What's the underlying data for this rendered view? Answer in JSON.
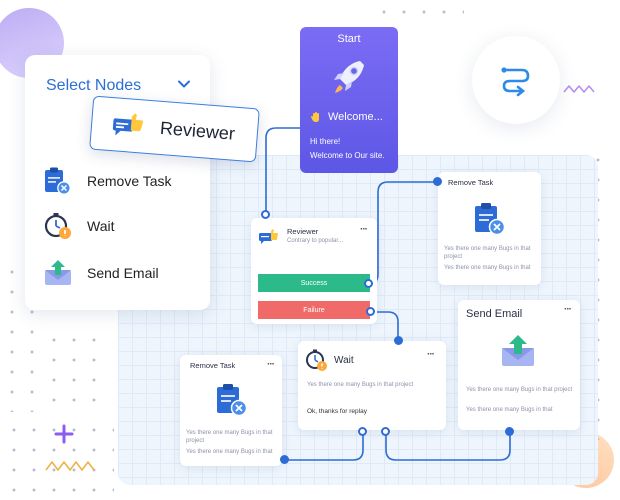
{
  "colors": {
    "accent": "#2d6bd6",
    "success": "#2dba8b",
    "failure": "#f06a6a",
    "start_gradient_top": "#7b6cf4",
    "start_gradient_bottom": "#5d57e6",
    "canvas_bg": "#eef5fd"
  },
  "select_panel": {
    "title": "Select Nodes",
    "chevron_icon": "chevron-down-icon",
    "items": [
      {
        "label": "Remove Task",
        "icon": "clipboard-remove-icon"
      },
      {
        "label": "Wait",
        "icon": "stopwatch-icon"
      },
      {
        "label": "Send Email",
        "icon": "envelope-upload-icon"
      }
    ]
  },
  "dragged_chip": {
    "label": "Reviewer",
    "icon": "thumbs-up-chat-icon"
  },
  "start_node": {
    "title": "Start",
    "icon": "rocket-icon",
    "welcome": "Welcome...",
    "welcome_icon": "waving-hand-icon",
    "message_line1": "Hi there!",
    "message_line2": "Welcome to Our site."
  },
  "route_icon": "route-icon",
  "reviewer_node": {
    "title": "Reviewer",
    "subtitle": "Contrary to popular...",
    "icon": "thumbs-up-chat-icon",
    "success_label": "Success",
    "failure_label": "Failure",
    "menu_icon": "more-icon"
  },
  "remove_task_top": {
    "title": "Remove Task",
    "icon": "clipboard-remove-icon",
    "text1": "Yes there one many Bugs in that project",
    "text2": "Yes there one many Bugs in that"
  },
  "send_email_node": {
    "title": "Send Email",
    "icon": "envelope-upload-icon",
    "text1": "Yes there one many Bugs in that project",
    "text2": "Yes there one many Bugs in that",
    "menu_icon": "more-icon"
  },
  "wait_node": {
    "title": "Wait",
    "icon": "stopwatch-icon",
    "text1": "Yes there one many Bugs in that project",
    "text2": "Ok, thanks for replay",
    "menu_icon": "more-icon"
  },
  "remove_task_bottom": {
    "title": "Remove Task",
    "icon": "clipboard-remove-icon",
    "text1": "Yes there one many Bugs in that project",
    "text2": "Yes there one many Bugs in that",
    "menu_icon": "more-icon"
  }
}
